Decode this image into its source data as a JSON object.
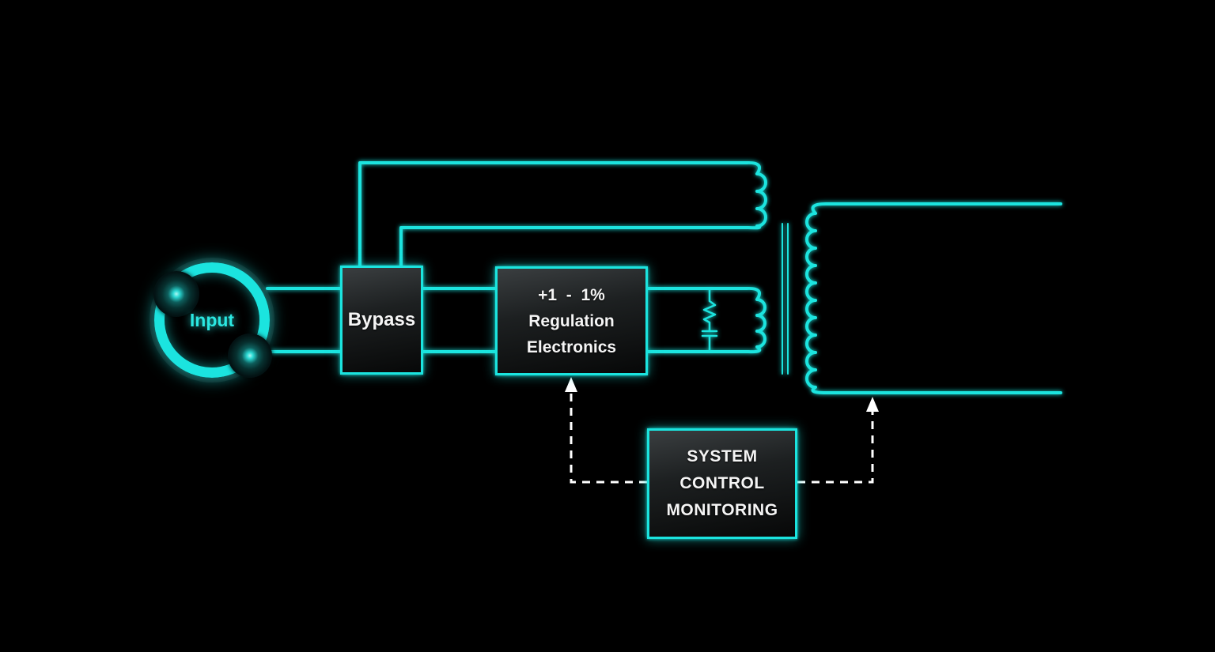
{
  "colors": {
    "background": "#000000",
    "wire_cyan": "#1BE4DF",
    "dashed_white": "#FFFFFF",
    "box_text": "#F5F5F5",
    "input_label_cyan": "#2BE8E2"
  },
  "nodes": {
    "input": {
      "label": "Input"
    },
    "bypass": {
      "label": "Bypass"
    },
    "regulation": {
      "line1": "+1  -  1%",
      "line2": "Regulation",
      "line3": "Electronics"
    },
    "system_control": {
      "line1": "SYSTEM",
      "line2": "CONTROL",
      "line3": "MONITORING"
    }
  },
  "icons": {
    "transformer_primary_upper": "3-turn-coil",
    "transformer_primary_lower": "3-turn-coil",
    "transformer_secondary": "10-turn-coil",
    "transformer_core": "double-bar",
    "snubber": "resistor-capacitor-series",
    "feedback_arrows": "white-dashed-up-arrows",
    "input_ring": "glowing-ring-with-spheres"
  }
}
